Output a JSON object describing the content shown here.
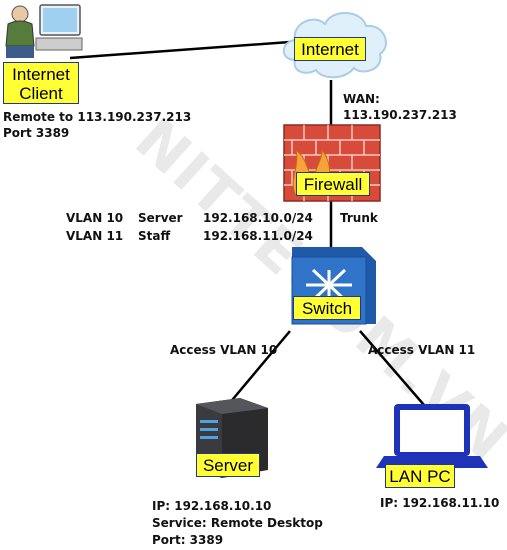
{
  "watermark": "NITTECOM.VN",
  "nodes": {
    "internet_client": {
      "label_line1": "Internet",
      "label_line2": "Client",
      "note_line1": "Remote to 113.190.237.213",
      "note_line2": "Port 3389"
    },
    "internet": {
      "label": "Internet",
      "note_line1": "WAN:",
      "note_line2": "113.190.237.213"
    },
    "firewall": {
      "label": "Firewall",
      "link_label": "Trunk"
    },
    "switch": {
      "label": "Switch"
    },
    "server": {
      "label": "Server",
      "note_line1": "IP: 192.168.10.10",
      "note_line2": "Service: Remote Desktop",
      "note_line3": "Port: 3389"
    },
    "lan_pc": {
      "label": "LAN PC",
      "note_line1": "IP: 192.168.11.10"
    }
  },
  "vlans": [
    {
      "id": "VLAN 10",
      "name": "Server",
      "subnet": "192.168.10.0/24"
    },
    {
      "id": "VLAN 11",
      "name": "Staff",
      "subnet": "192.168.11.0/24"
    }
  ],
  "links": {
    "access_vlan10": "Access VLAN 10",
    "access_vlan11": "Access VLAN 11"
  },
  "colors": {
    "label_fill": "#ffff33",
    "label_border": "#1f3a8a",
    "firewall_red": "#d84a3a",
    "switch_blue": "#2f74c8",
    "laptop_blue": "#1f33b8",
    "cloud": "#dff0fb"
  }
}
